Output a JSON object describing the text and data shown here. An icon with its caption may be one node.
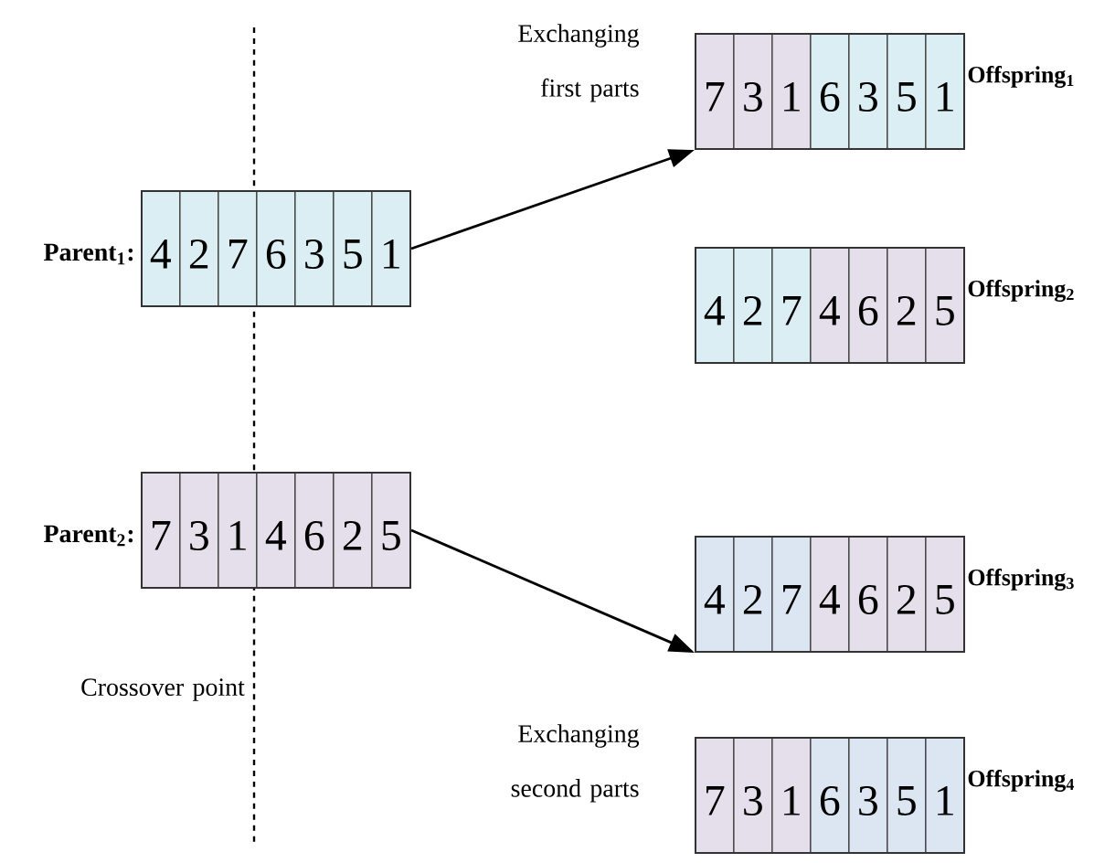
{
  "diagram": {
    "nodes": [
      {
        "text": [
          "4",
          "2",
          "7",
          "6",
          "3",
          "5",
          "1"
        ],
        "beside": [
          "Parent$_{1}$:"
        ]
      },
      {
        "text": [
          "7",
          "3",
          "1",
          "4",
          "6",
          "2",
          "5"
        ],
        "beside": [
          "Parent$_{2}$:"
        ]
      },
      {
        "text": [
          "7",
          "3",
          "1",
          "6",
          "3",
          "5",
          "1"
        ],
        "beside": [
          "Offspring$_{1}$"
        ]
      },
      {
        "text": [
          "4",
          "2",
          "7",
          "4",
          "6",
          "2",
          "5"
        ],
        "beside": [
          "Offspring$_{2}$"
        ]
      },
      {
        "text": [
          "4",
          "2",
          "7",
          "4",
          "6",
          "2",
          "5"
        ],
        "beside": [
          "Offspring$_{3}$"
        ]
      },
      {
        "text": [
          "7",
          "3",
          "1",
          "6",
          "3",
          "5",
          "1"
        ],
        "beside": [
          "Offspring$_{4}$"
        ]
      }
    ],
    "edges": [
      {
        "from": 0,
        "to": 2,
        "arrow": "to"
      },
      {
        "from": 1,
        "to": 4,
        "arrow": "to"
      }
    ],
    "labels": [
      "Exchanging first parts",
      "Exchanging second parts",
      "Crossover point"
    ]
  }
}
